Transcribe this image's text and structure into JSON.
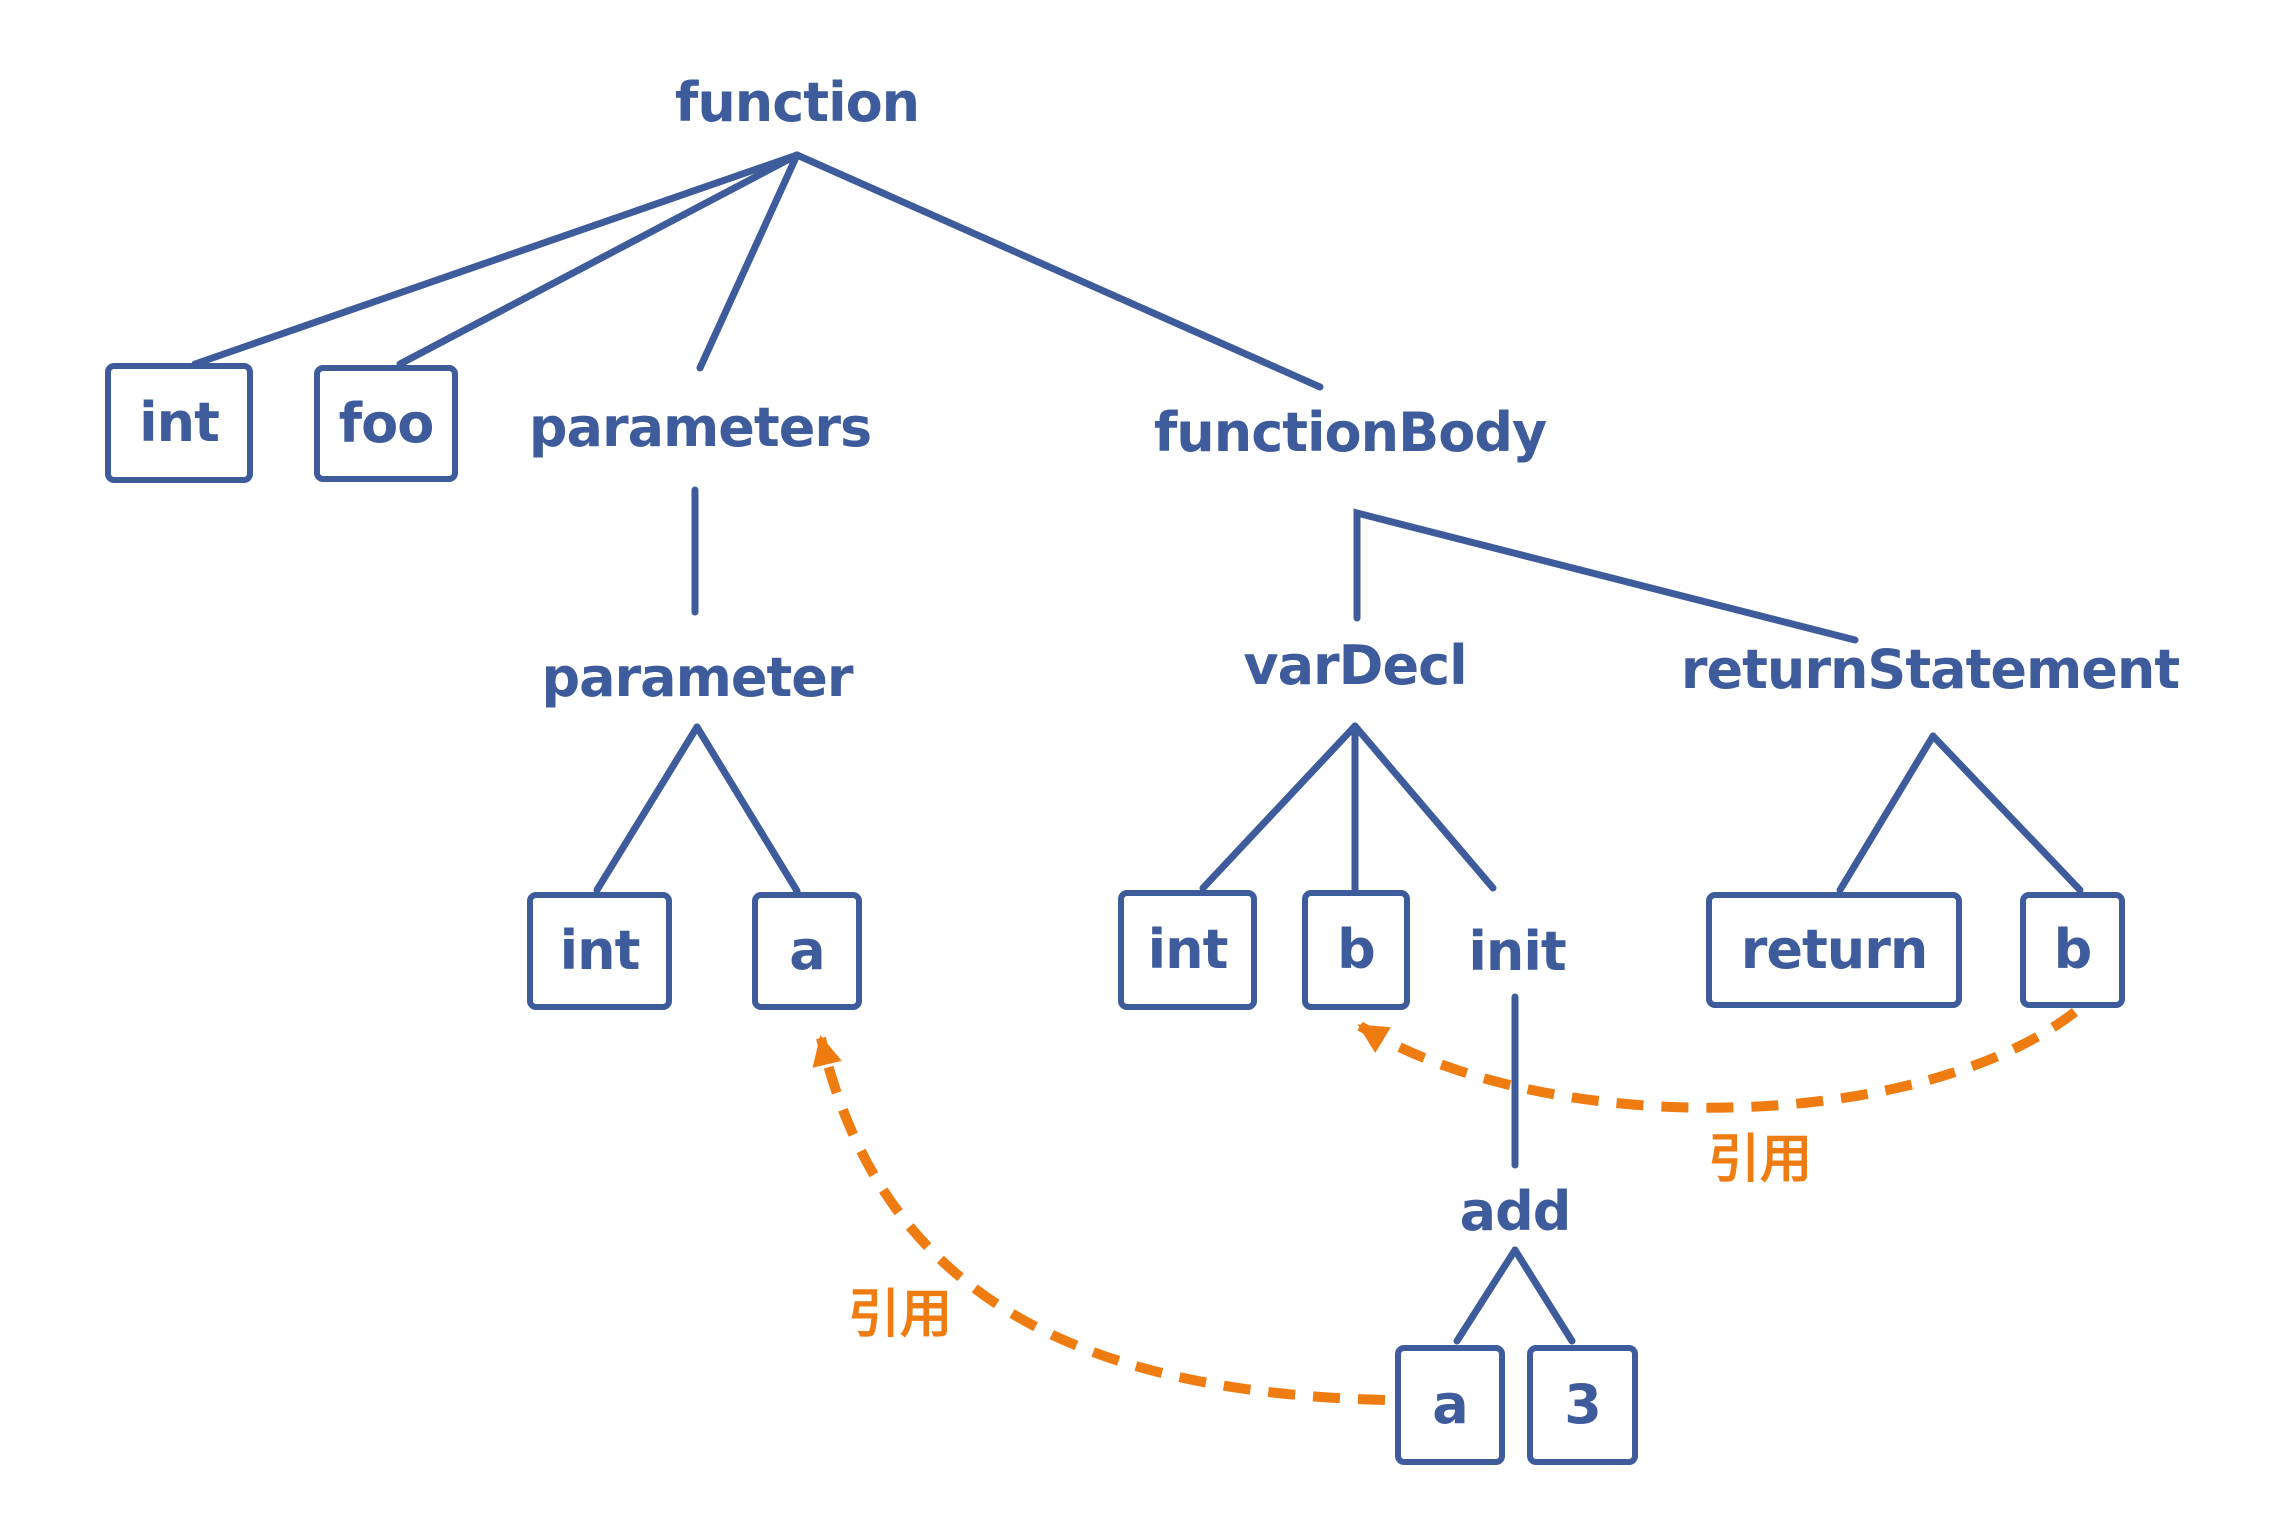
{
  "colors": {
    "node_blue": "#3e5c9b",
    "reference_orange": "#ef7c11",
    "background": "#ffffff"
  },
  "nodes": {
    "function": "function",
    "return_type": "int",
    "function_name": "foo",
    "parameters": "parameters",
    "function_body": "functionBody",
    "parameter": "parameter",
    "parameter_type": "int",
    "parameter_name": "a",
    "var_decl": "varDecl",
    "var_type": "int",
    "var_name": "b",
    "init": "init",
    "return_statement": "returnStatement",
    "return_keyword": "return",
    "return_value": "b",
    "add": "add",
    "add_left_operand": "a",
    "add_right_operand": "3"
  },
  "tree_edges": [
    "function->int",
    "function->foo",
    "function->parameters",
    "function->functionBody",
    "parameters->parameter",
    "parameter->int",
    "parameter->a",
    "functionBody->varDecl",
    "functionBody->returnStatement",
    "varDecl->int",
    "varDecl->b",
    "varDecl->init",
    "init->add",
    "add->a",
    "add->3",
    "returnStatement->return",
    "returnStatement->b"
  ],
  "references": [
    {
      "label": "引用",
      "from": "b (returnStatement child)",
      "to": "b (varDecl child)"
    },
    {
      "label": "引用",
      "from": "a (add child)",
      "to": "a (parameter child)"
    }
  ]
}
